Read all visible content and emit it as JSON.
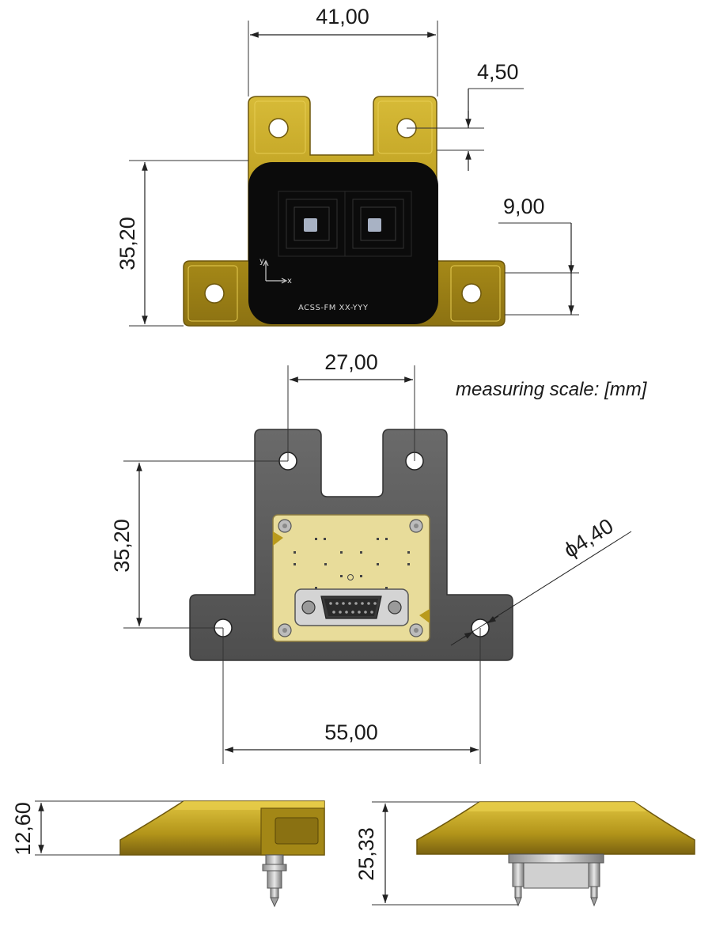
{
  "dimensions": {
    "top_width": "41,00",
    "top_slot": "4,50",
    "top_height": "35,20",
    "top_flange": "9,00",
    "bottom_hole_spacing": "27,00",
    "bottom_height": "35,20",
    "hole_diameter": "ϕ4,40",
    "bottom_width": "55,00",
    "side_left_height": "12,60",
    "side_right_height": "25,33"
  },
  "scale_note": "measuring scale: [mm]",
  "device_marking": "ACSS-FM XX-YYY",
  "axis_labels": {
    "x": "x",
    "y": "y"
  },
  "colors": {
    "gold": "#b99a1c",
    "gold_light": "#d9bd3a",
    "gold_dark": "#7c6410",
    "black_face": "#0b0b0b",
    "gray_plate": "#5a5a5a",
    "pcb": "#e8dc9a"
  }
}
